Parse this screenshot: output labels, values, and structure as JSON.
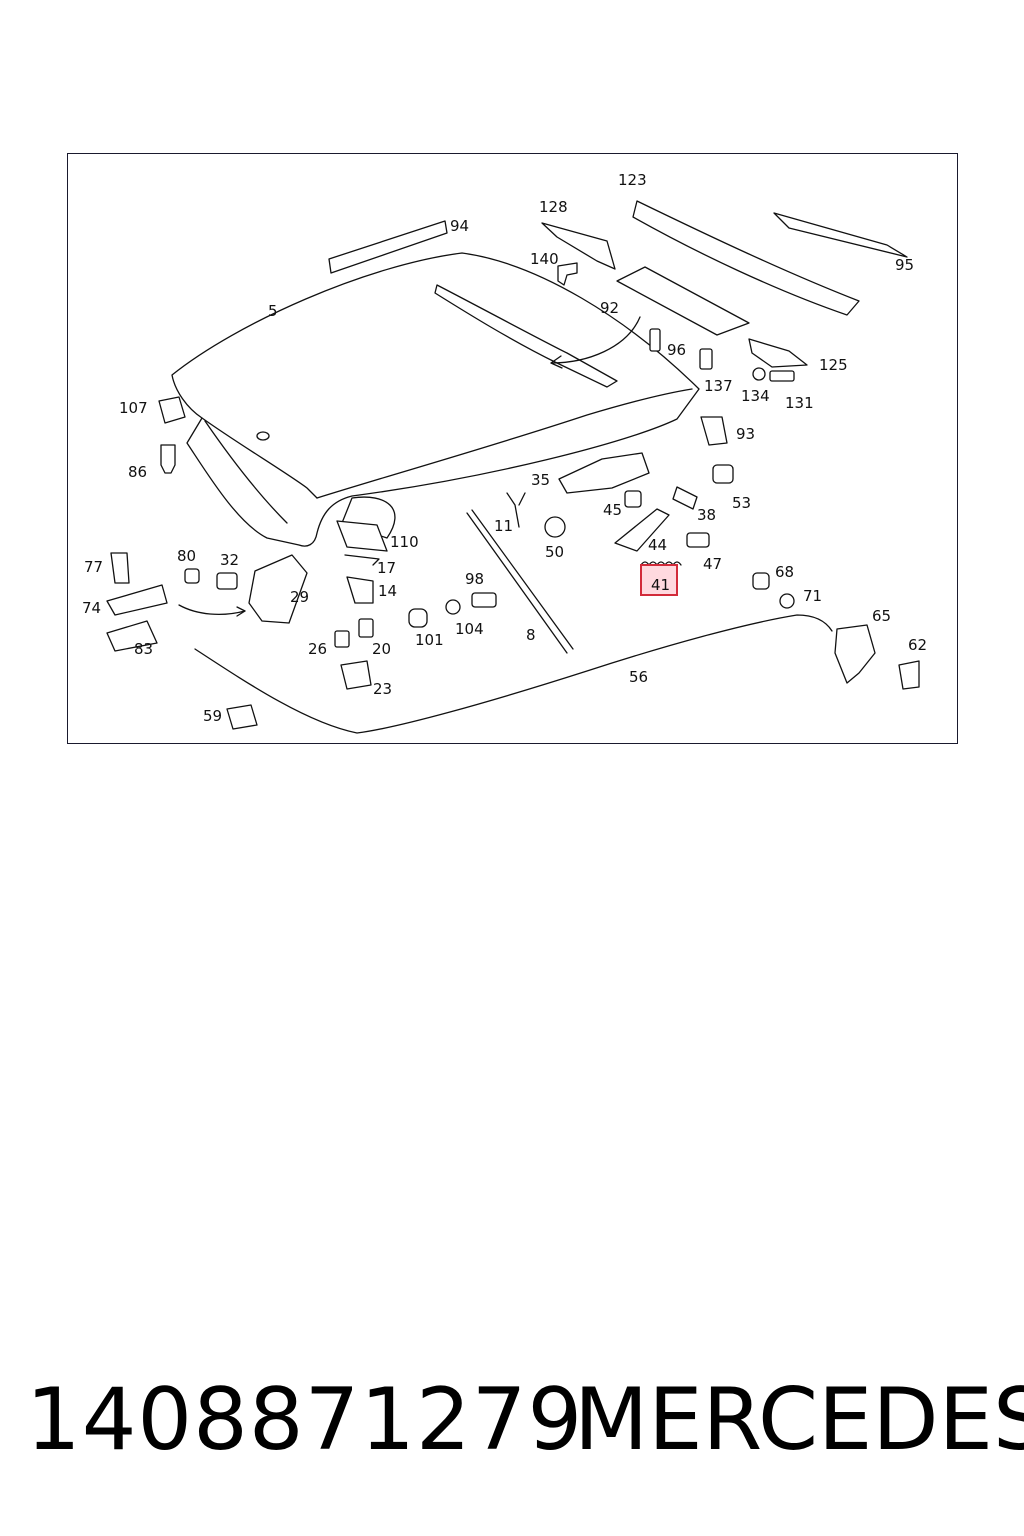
{
  "callouts": {
    "c5": "5",
    "c94": "94",
    "c128": "128",
    "c123": "123",
    "c140": "140",
    "c95": "95",
    "c92": "92",
    "c96": "96",
    "c125": "125",
    "c137": "137",
    "c134": "134",
    "c131": "131",
    "c107": "107",
    "c93": "93",
    "c86": "86",
    "c35": "35",
    "c53": "53",
    "c45": "45",
    "c38": "38",
    "c11": "11",
    "c50": "50",
    "c110": "110",
    "c44": "44",
    "c47": "47",
    "c77": "77",
    "c80": "80",
    "c32": "32",
    "c17": "17",
    "c41": "41",
    "c68": "68",
    "c98": "98",
    "c14": "14",
    "c71": "71",
    "c74": "74",
    "c29": "29",
    "c65": "65",
    "c101": "101",
    "c104": "104",
    "c8": "8",
    "c83": "83",
    "c26": "26",
    "c20": "20",
    "c62": "62",
    "c56": "56",
    "c23": "23",
    "c59": "59"
  },
  "highlighted_callout": "41",
  "highlight_color": "#d22b3a",
  "footer": {
    "part_number": "1408871279",
    "brand": "MERCEDES"
  }
}
